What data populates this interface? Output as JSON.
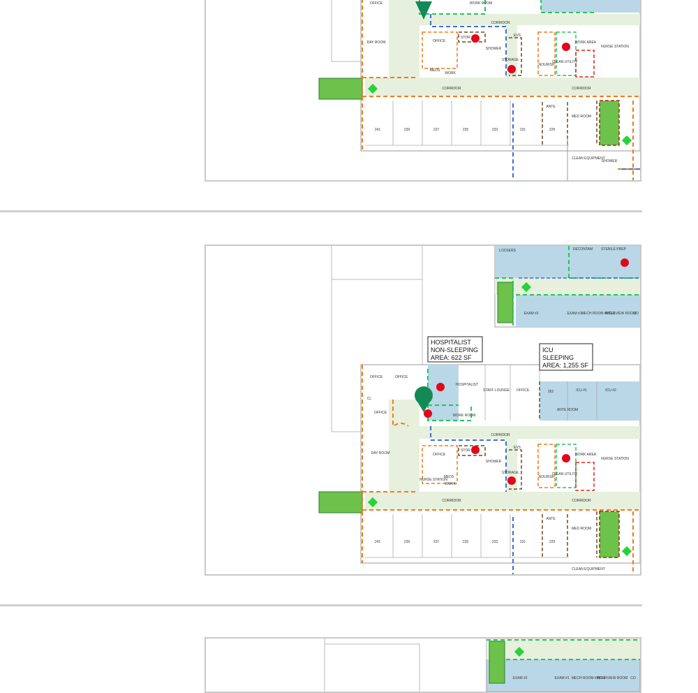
{
  "colors": {
    "corridor_fill": "#e6f0dc",
    "sleeping_fill": "#b9d7e6",
    "stair_fill": "#6cc24a",
    "boundary_orange": "#f07c1b",
    "boundary_green": "#22c55e",
    "boundary_blue": "#3b6fd8",
    "boundary_brown": "#6b4a1f",
    "boundary_red": "#d9281f",
    "marker_red": "#e3051b",
    "marker_green": "#2ad13a",
    "pin": "#138a56"
  },
  "icons": {
    "location_pin": "map-pin-icon",
    "hazard_dot": "red-dot-icon",
    "exit_diamond": "green-diamond-icon"
  },
  "rooms": {
    "office": "OFFICE",
    "day_room": "DAY ROOM",
    "corridor": "CORRIDOR",
    "stor": "STOR",
    "shower": "SHOWER",
    "storage": "STORAGE",
    "evs": "EVS",
    "nourish": "NOURISH",
    "clean_utility": "CLEAN UTILITY",
    "work_area": "WORK AREA",
    "nurse_station": "NURSE STATION",
    "meds": "MEDS",
    "work": "WORK",
    "anite": "ANTE",
    "med_room": "MED ROOM",
    "clean_equipment": "CLEAN EQUIPMENT",
    "work_room": "WORK ROOM",
    "hospitalist": "HOSPITALIST",
    "staff_lounge": "STAFF LOUNGE",
    "icu1": "ICU #1",
    "icu2": "ICU #2",
    "r262": "262",
    "ante_room": "ANTE ROOM",
    "lockers": "LOCKERS",
    "decontam": "DECONTAM",
    "sterile_prep": "STERILE PREP",
    "exam2": "EXAM #2",
    "exam1": "EXAM #1",
    "mech_room": "MECH ROOM #MG-1",
    "interview_room": "INTERVIEW ROOM",
    "consult": "CO",
    "cl": "CL",
    "rooms_bottom": [
      "241",
      "239",
      "237",
      "235",
      "233",
      "231",
      "229"
    ]
  },
  "callouts": {
    "hospitalist": [
      "HOSPITALIST",
      "NON-SLEEPING",
      "AREA: 622 SF"
    ],
    "icu": [
      "ICU",
      "SLEEPING",
      "AREA: 1,255 SF"
    ]
  }
}
